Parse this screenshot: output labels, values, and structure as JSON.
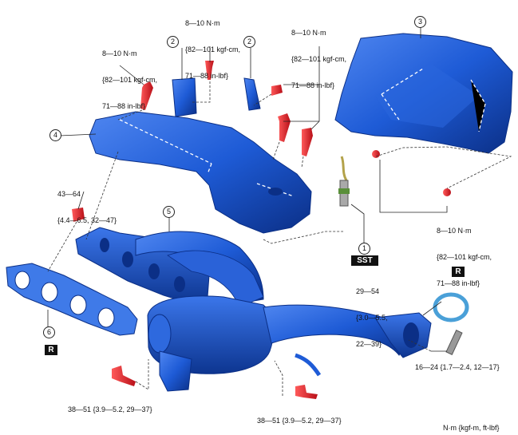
{
  "labels": {
    "t_top_mid": [
      "8—10 N·m",
      "{82—101 kgf-cm,",
      "71—88 in-lbf}"
    ],
    "t_top_left": [
      "8—10 N·m",
      "{82—101 kgf-cm,",
      "71—88 in-lbf}"
    ],
    "t_top_right": [
      "8—10 N·m",
      "{82—101 kgf-cm,",
      "71—88 in-lbf}"
    ],
    "t_left_mid": [
      "43—64",
      "{4.4—6.5, 32—47}"
    ],
    "t_right_mid": [
      "8—10 N·m",
      "{82—101 kgf-cm,",
      "71—88 in-lbf}"
    ],
    "t_sst": [
      "29—54",
      "{3.0—5.5,",
      "22—39}"
    ],
    "t_right_low": "16—24 {1.7—2.4, 12—17}",
    "t_bottom_left": "38—51 {3.9—5.2, 29—37}",
    "t_bottom_mid": "38—51 {3.9—5.2, 29—37}",
    "t_units": "N·m {kgf-m, ft-lbf}"
  },
  "callouts": {
    "c1": "1",
    "c2a": "2",
    "c2b": "2",
    "c3": "3",
    "c4": "4",
    "c5": "5",
    "c6": "6"
  },
  "badges": {
    "sst": "SST",
    "r_right": "R",
    "r_left": "R"
  },
  "colors": {
    "part_blue": "#1e5bd6",
    "part_dark": "#0b2f86",
    "bolt_red": "#e0202a",
    "line": "#222222"
  }
}
